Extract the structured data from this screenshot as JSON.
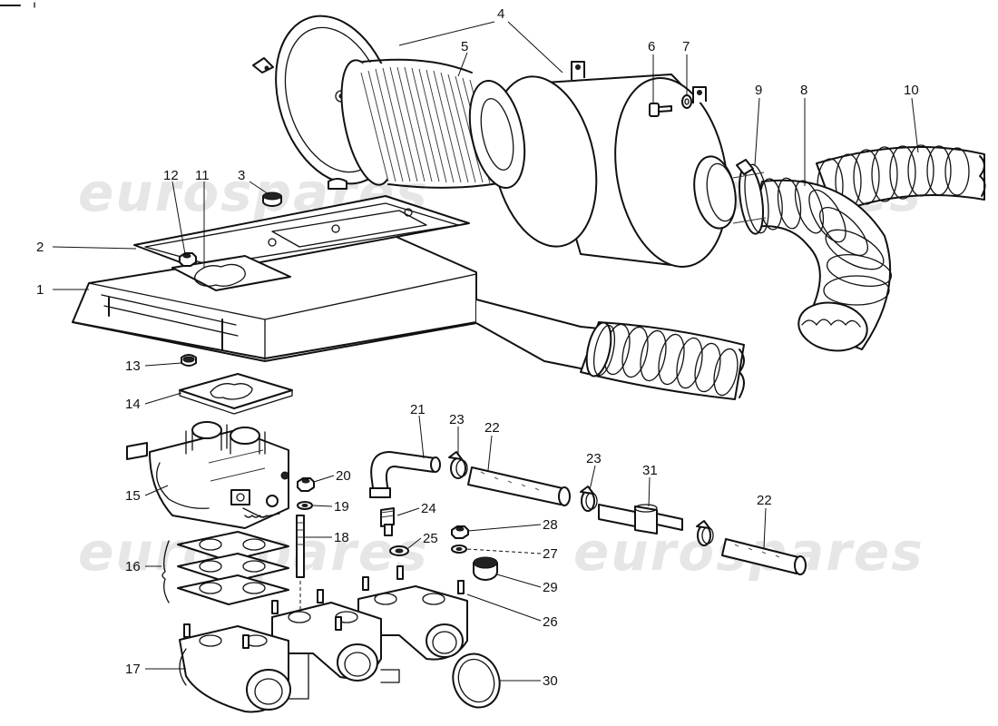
{
  "watermark": {
    "text": "eurospares",
    "color": "#e6e6e6"
  },
  "callouts": [
    "1",
    "2",
    "3",
    "4",
    "5",
    "6",
    "7",
    "8",
    "9",
    "10",
    "11",
    "12",
    "13",
    "14",
    "15",
    "16",
    "17",
    "18",
    "19",
    "20",
    "21",
    "22",
    "23",
    "24",
    "25",
    "26",
    "27",
    "28",
    "29",
    "30",
    "31"
  ]
}
